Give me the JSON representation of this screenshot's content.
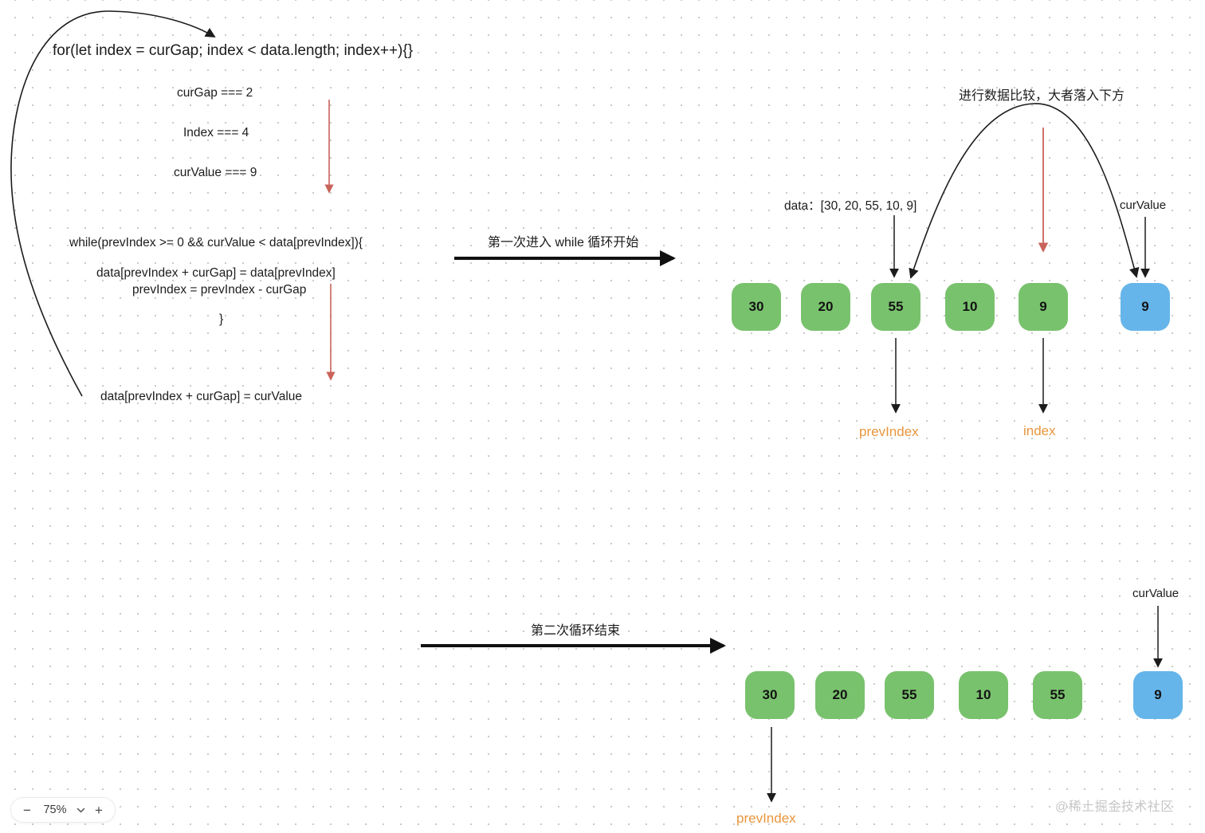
{
  "colors": {
    "box_green": "#79c26d",
    "box_blue": "#66b5ea",
    "arrow_red": "#c9635a",
    "label_orange": "#e8953c",
    "text_dark": "#1c1c1c",
    "watermark_gray": "#c6c6c6"
  },
  "code": {
    "for_line": "for(let index = curGap; index < data.length; index++){}",
    "curgap_line": "curGap === 2",
    "index_line": "Index === 4",
    "curvalue_line": "curValue === 9",
    "while_line": "while(prevIndex >= 0 && curValue < data[prevIndex]){",
    "shift_line": "data[prevIndex + curGap] = data[prevIndex]",
    "decrement_line": "prevIndex = prevIndex - curGap",
    "close_brace": "}",
    "insert_line": "data[prevIndex + curGap] = curValue"
  },
  "step1": {
    "flow_label": "第一次进入 while 循环开始",
    "compare_note": "进行数据比较，大者落入下方",
    "data_label": "data：[30, 20, 55, 10, 9]",
    "curvalue_label": "curValue",
    "previndex_label": "prevIndex",
    "index_label": "index",
    "boxes": [
      {
        "value": "30",
        "type": "green"
      },
      {
        "value": "20",
        "type": "green"
      },
      {
        "value": "55",
        "type": "green"
      },
      {
        "value": "10",
        "type": "green"
      },
      {
        "value": "9",
        "type": "green"
      },
      {
        "value": "9",
        "type": "blue"
      }
    ]
  },
  "step2": {
    "flow_label": "第二次循环结束",
    "curvalue_label": "curValue",
    "previndex_label": "prevIndex",
    "boxes": [
      {
        "value": "30",
        "type": "green"
      },
      {
        "value": "20",
        "type": "green"
      },
      {
        "value": "55",
        "type": "green"
      },
      {
        "value": "10",
        "type": "green"
      },
      {
        "value": "55",
        "type": "green"
      },
      {
        "value": "9",
        "type": "blue"
      }
    ]
  },
  "zoom_toolbar": {
    "zoom_out_label": "−",
    "zoom_level": "75%",
    "zoom_in_label": "+"
  },
  "watermark": "@稀土掘金技术社区"
}
